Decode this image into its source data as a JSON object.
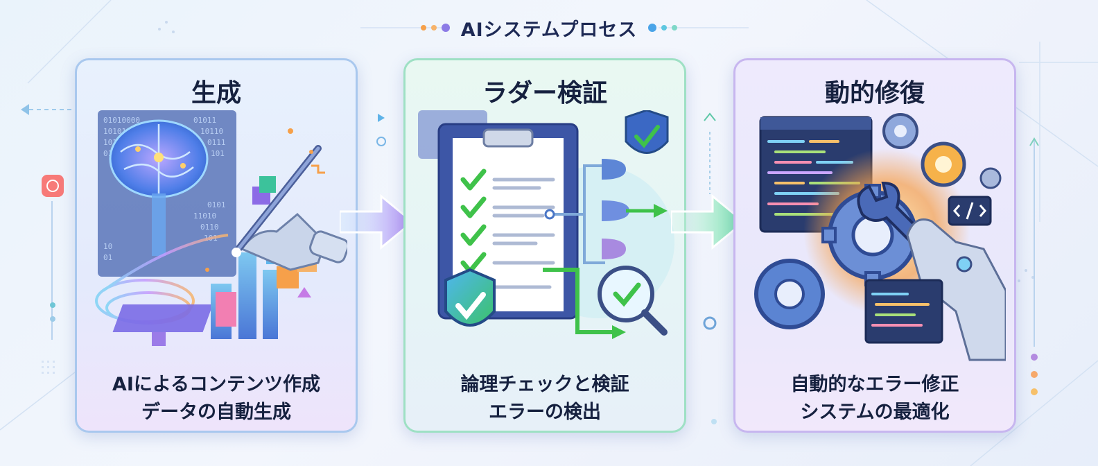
{
  "header": {
    "title": "AIシステムプロセス"
  },
  "colors": {
    "card1_border": "#a9c8ee",
    "card2_border": "#9ee0c4",
    "card3_border": "#c7b6ef",
    "title_text": "#1e2a55",
    "check_green": "#3fc24a",
    "accent_orange": "#f6a04a",
    "accent_purple": "#8c7be6",
    "accent_blue": "#4aa4e8"
  },
  "cards": [
    {
      "title": "生成",
      "desc_line1": "AIによるコンテンツ作成",
      "desc_line2": "データの自動生成",
      "art_icons": [
        "brain-icon",
        "binary-code-panel",
        "robot-hand-icon",
        "pen-icon",
        "bar-chart-icon",
        "cubes-icon"
      ]
    },
    {
      "title": "ラダー検証",
      "desc_line1": "論理チェックと検証",
      "desc_line2": "エラーの検出",
      "art_icons": [
        "clipboard-checklist-icon",
        "shield-check-icon",
        "logic-gate-icon",
        "magnifier-check-icon"
      ]
    },
    {
      "title": "動的修復",
      "desc_line1": "自動的なエラー修正",
      "desc_line2": "システムの最適化",
      "art_icons": [
        "code-window-icon",
        "gear-icon",
        "wrench-icon",
        "robot-hand-icon",
        "code-tag-icon"
      ]
    }
  ]
}
